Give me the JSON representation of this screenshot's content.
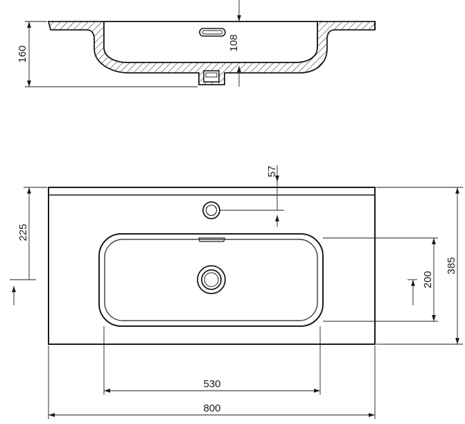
{
  "side_view": {
    "dimensions": {
      "height": "160",
      "bowl_depth": "108"
    }
  },
  "top_view": {
    "dimensions": {
      "tap_hole_offset": "57",
      "depth_to_tap_axis": "225",
      "bowl_length": "200",
      "total_depth": "385",
      "bowl_width": "530",
      "total_width": "800"
    }
  }
}
